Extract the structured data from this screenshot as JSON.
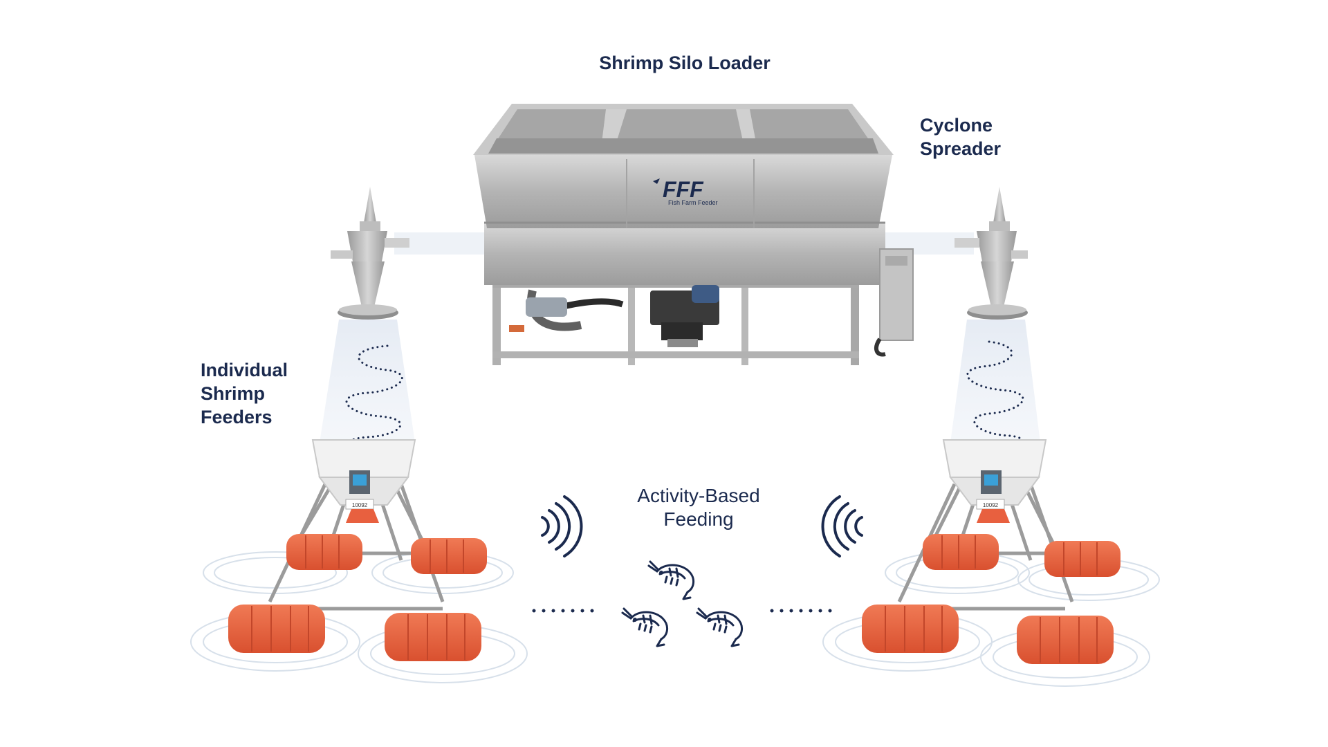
{
  "labels": {
    "silo": "Shrimp Silo Loader",
    "cyclone": [
      "Cyclone",
      "Spreader"
    ],
    "feeders": [
      "Individual",
      "Shrimp",
      "Feeders"
    ],
    "activity": [
      "Activity-Based",
      "Feeding"
    ]
  },
  "brand": {
    "logo_text": "FFF",
    "logo_subtext": "Fish Farm Feeder"
  },
  "feeder_tag": "10092",
  "colors": {
    "navy": "#1b2a4e",
    "steel": "#b9b9b9",
    "float_orange": "#e8603f",
    "beam": "#e7edf5"
  },
  "icons": [
    "shrimp-icon",
    "signal-wave-icon",
    "cyclone-icon",
    "feeder-icon",
    "silo-icon"
  ]
}
